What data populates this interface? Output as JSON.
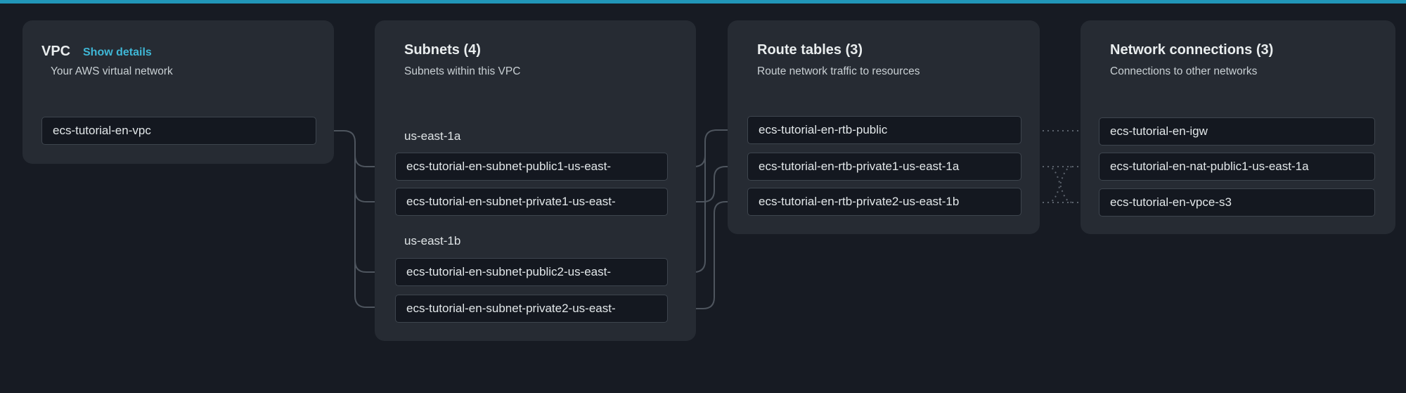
{
  "vpc": {
    "title": "VPC",
    "details_link": "Show details",
    "subtitle": "Your AWS virtual network",
    "item": "ecs-tutorial-en-vpc"
  },
  "subnets": {
    "title": "Subnets (4)",
    "subtitle": "Subnets within this VPC",
    "groups": [
      {
        "label": "us-east-1a",
        "items": [
          "ecs-tutorial-en-subnet-public1-us-east-",
          "ecs-tutorial-en-subnet-private1-us-east-"
        ]
      },
      {
        "label": "us-east-1b",
        "items": [
          "ecs-tutorial-en-subnet-public2-us-east-",
          "ecs-tutorial-en-subnet-private2-us-east-"
        ]
      }
    ]
  },
  "route_tables": {
    "title": "Route tables (3)",
    "subtitle": "Route network traffic to resources",
    "items": [
      "ecs-tutorial-en-rtb-public",
      "ecs-tutorial-en-rtb-private1-us-east-1a",
      "ecs-tutorial-en-rtb-private2-us-east-1b"
    ]
  },
  "network_connections": {
    "title": "Network connections (3)",
    "subtitle": "Connections to other networks",
    "items": [
      "ecs-tutorial-en-igw",
      "ecs-tutorial-en-nat-public1-us-east-1a",
      "ecs-tutorial-en-vpce-s3"
    ]
  },
  "colors": {
    "accent_bar": "#2196b8",
    "link": "#3fb7d6",
    "panel_bg": "#262b33",
    "item_bg": "#141820",
    "solid_connector": "#4e555e",
    "dotted_connector": "#5c636d"
  }
}
